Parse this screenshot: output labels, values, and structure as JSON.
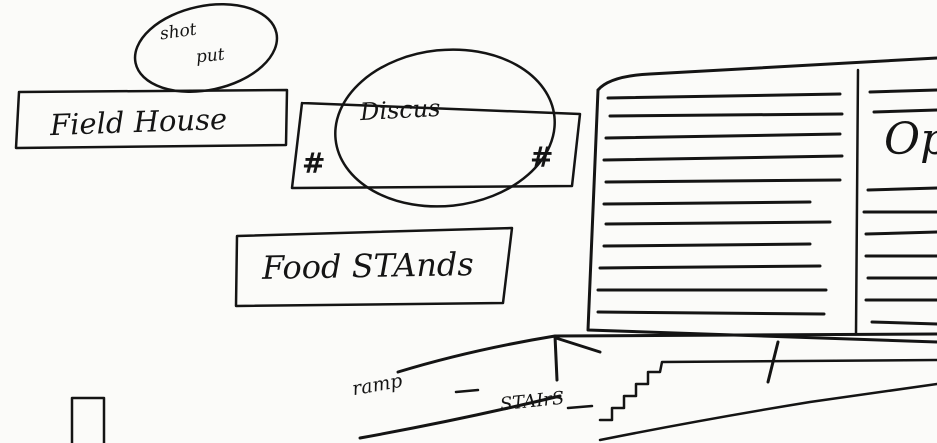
{
  "sketch": {
    "labels": {
      "shot_put_line1": "shot",
      "shot_put_line2": "put",
      "field_house": "Field House",
      "discus": "Discus",
      "hash_left": "#",
      "hash_right": "#",
      "food_stands": "Food STAnds",
      "op": "Op",
      "ramp": "ramp",
      "stairs": "STAIrS"
    },
    "colors": {
      "ink": "#141414",
      "paper": "#fbfbf9"
    }
  }
}
